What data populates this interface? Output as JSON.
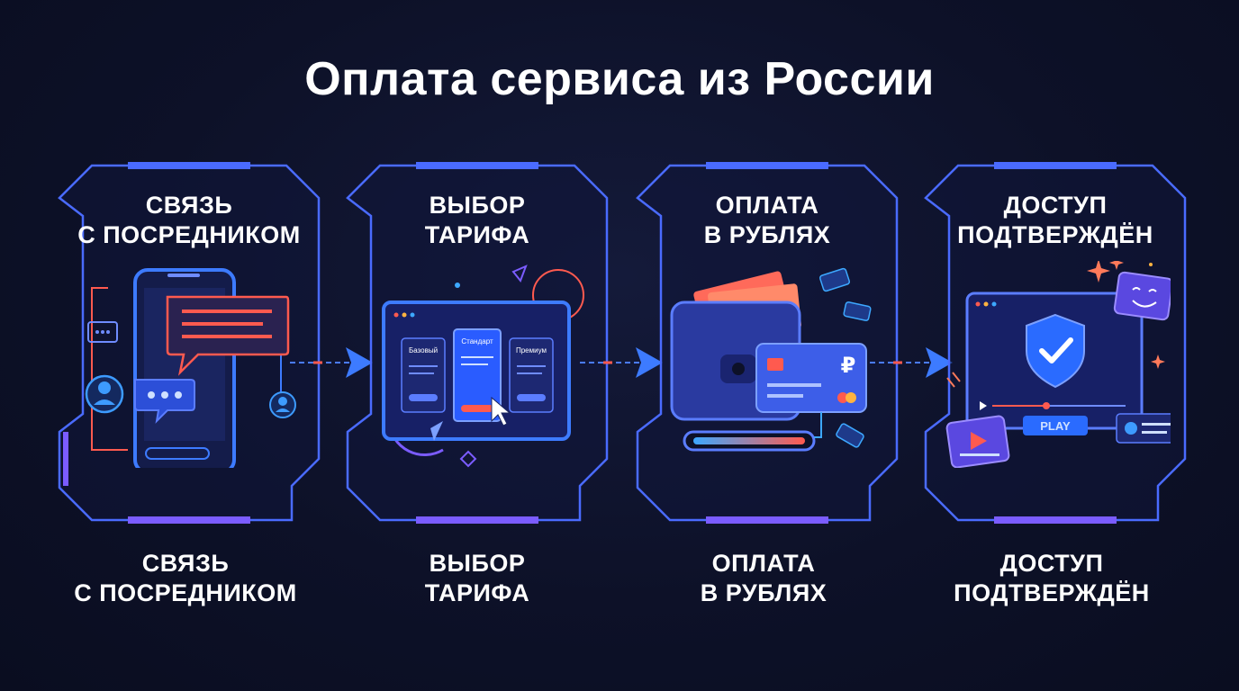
{
  "title": "Оплата сервиса из России",
  "steps": [
    {
      "heading_line1": "СВЯЗЬ",
      "heading_line2": "С ПОСРЕДНИКОМ",
      "caption_line1": "СВЯЗЬ",
      "caption_line2": "С ПОСРЕДНИКОМ"
    },
    {
      "heading_line1": "ВЫБОР",
      "heading_line2": "ТАРИФА",
      "caption_line1": "ВЫБОР",
      "caption_line2": "ТАРИФА",
      "plans": [
        "Базовый",
        "Стандарт",
        "Премиум"
      ]
    },
    {
      "heading_line1": "ОПЛАТА",
      "heading_line2": "В РУБЛЯХ",
      "caption_line1": "ОПЛАТА",
      "caption_line2": "В РУБЛЯХ",
      "currency_symbol": "₽"
    },
    {
      "heading_line1": "ДОСТУП",
      "heading_line2": "ПОДТВЕРЖДЁН",
      "caption_line1": "ДОСТУП",
      "caption_line2": "ПОДТВЕРЖДЁН",
      "play_label": "PLAY"
    }
  ],
  "colors": {
    "frame": "#4a6bff",
    "accent_purple": "#7b5cff",
    "accent_blue": "#3d7bff",
    "accent_red": "#ff5a4f",
    "background": "#0d1128"
  }
}
